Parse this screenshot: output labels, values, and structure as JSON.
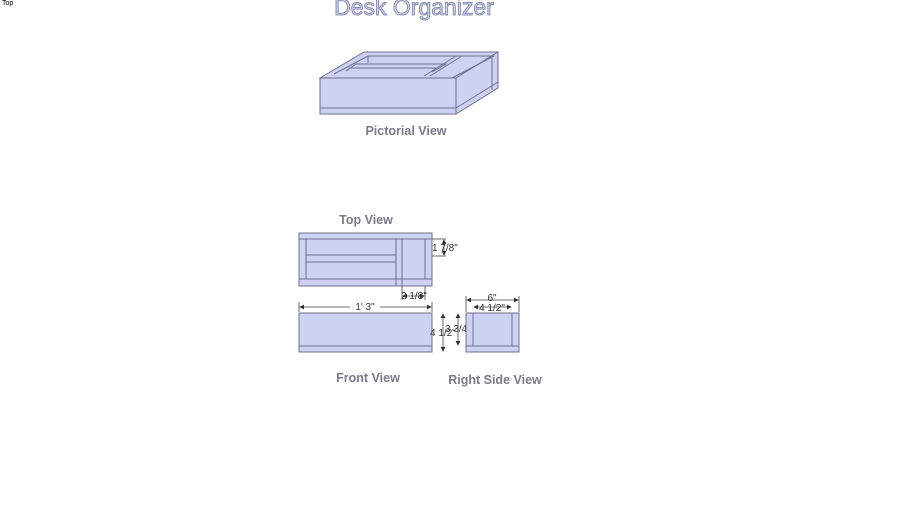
{
  "scene_tab": "Top",
  "title": "Desk Organizer",
  "views": {
    "pictorial": "Pictorial View",
    "top": "Top View",
    "front": "Front View",
    "right": "Right Side View"
  },
  "dimensions": {
    "top_depth": "1 7/8\"",
    "top_width": "2 1/8\"",
    "front_length": "1' 3\"",
    "front_height": "4 1/2\"",
    "front_inner_height": "3 3/4\"",
    "side_width": "6\"",
    "side_inner_width": "4 1/2\""
  },
  "colors": {
    "face": "#cdd1f2",
    "edge": "#6e7090"
  }
}
